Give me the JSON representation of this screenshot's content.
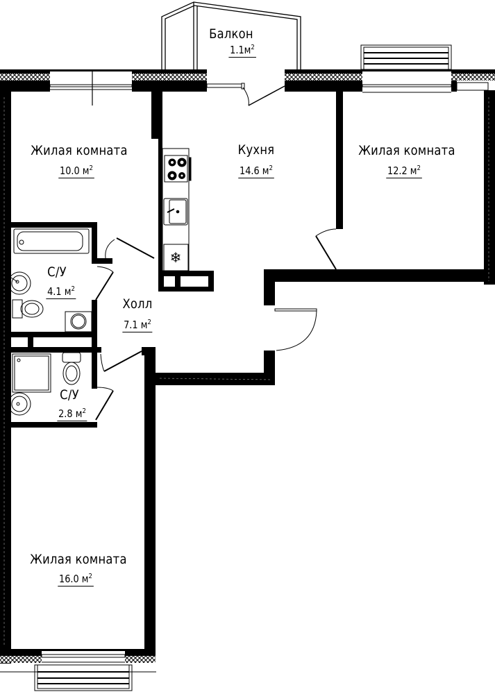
{
  "plan": {
    "units": "м",
    "rooms": [
      {
        "id": "balcony",
        "name": "Балкон",
        "area": "1.1м",
        "sup": "2"
      },
      {
        "id": "living-1",
        "name": "Жилая комната",
        "area": "10.0 м",
        "sup": "2"
      },
      {
        "id": "kitchen",
        "name": "Кухня",
        "area": "14.6 м",
        "sup": "2"
      },
      {
        "id": "living-2",
        "name": "Жилая комната",
        "area": "12.2 м",
        "sup": "2"
      },
      {
        "id": "bathroom-1",
        "name": "С/У",
        "area": "4.1 м",
        "sup": "2"
      },
      {
        "id": "hall",
        "name": "Холл",
        "area": "7.1 м",
        "sup": "2"
      },
      {
        "id": "bathroom-2",
        "name": "С/У",
        "area": "2.8 м",
        "sup": "2"
      },
      {
        "id": "living-3",
        "name": "Жилая комната",
        "area": "16.0 м",
        "sup": "2"
      }
    ]
  },
  "colors": {
    "wall": "#000000",
    "background": "#ffffff",
    "line": "#000000"
  }
}
